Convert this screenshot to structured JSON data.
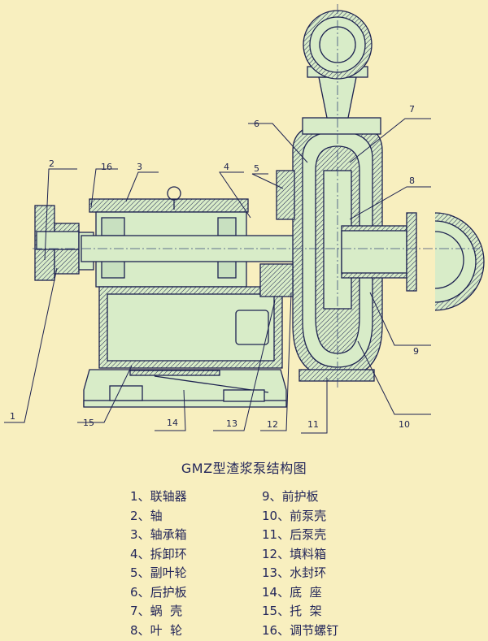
{
  "diagram": {
    "title": "GMZ型渣浆泵结构图",
    "callouts": [
      "1",
      "2",
      "3",
      "4",
      "5",
      "6",
      "7",
      "8",
      "9",
      "10",
      "11",
      "12",
      "13",
      "14",
      "15",
      "16"
    ],
    "colors": {
      "background": "#f8efbf",
      "part_fill": "#d8ecc8",
      "line": "#1d2250",
      "text": "#23265a"
    }
  },
  "legend": {
    "left": [
      {
        "num": "1",
        "sep": "、",
        "name": "联轴器"
      },
      {
        "num": "2",
        "sep": "、",
        "name": "轴"
      },
      {
        "num": "3",
        "sep": "、",
        "name": "轴承箱"
      },
      {
        "num": "4",
        "sep": "、",
        "name": "拆卸环"
      },
      {
        "num": "5",
        "sep": "、",
        "name": "副叶轮"
      },
      {
        "num": "6",
        "sep": "、",
        "name": "后护板"
      },
      {
        "num": "7",
        "sep": "、",
        "name": "蜗  壳"
      },
      {
        "num": "8",
        "sep": "、",
        "name": "叶  轮"
      }
    ],
    "right": [
      {
        "num": "9",
        "sep": "、",
        "name": "前护板"
      },
      {
        "num": "10",
        "sep": "、",
        "name": "前泵壳"
      },
      {
        "num": "11",
        "sep": "、",
        "name": "后泵壳"
      },
      {
        "num": "12",
        "sep": "、",
        "name": "填料箱"
      },
      {
        "num": "13",
        "sep": "、",
        "name": "水封环"
      },
      {
        "num": "14",
        "sep": "、",
        "name": "底  座"
      },
      {
        "num": "15",
        "sep": "、",
        "name": "托  架"
      },
      {
        "num": "16",
        "sep": "、",
        "name": "调节螺钉"
      }
    ]
  }
}
